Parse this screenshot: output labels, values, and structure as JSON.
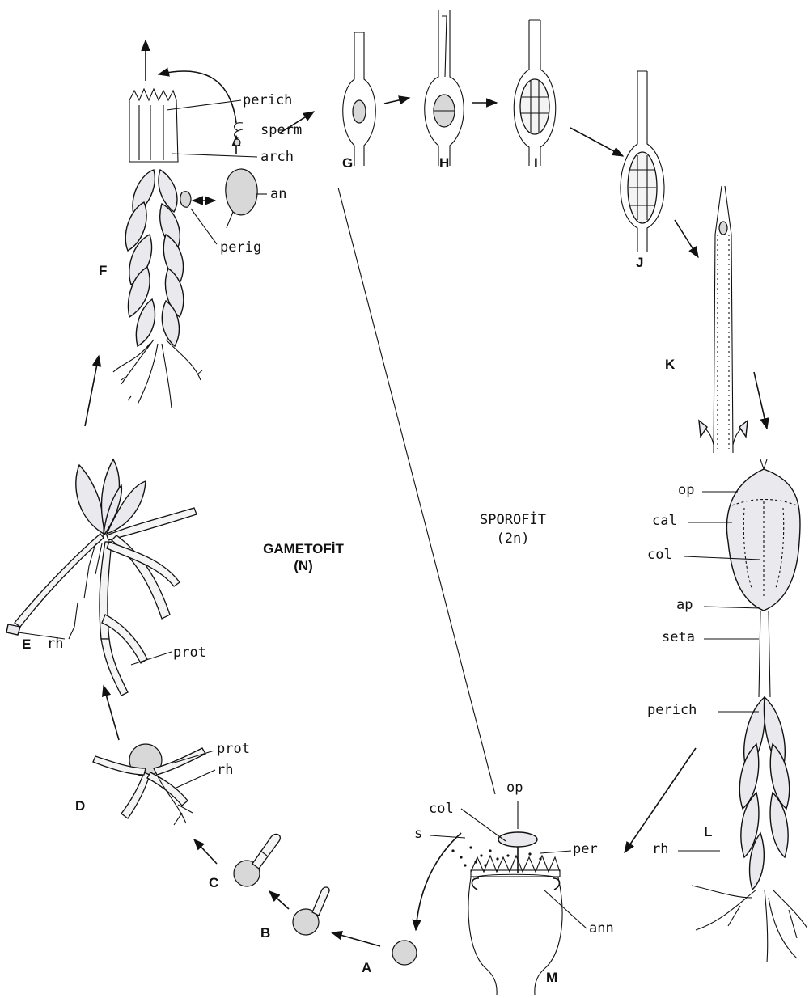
{
  "regions": {
    "gametophyte": {
      "line1": "GAMETOFİT",
      "line2": "(N)"
    },
    "sporophyte": {
      "line1": "SPOROFİT",
      "line2": "(2n)"
    }
  },
  "stages": {
    "A": "A",
    "B": "B",
    "C": "C",
    "D": "D",
    "E": "E",
    "F": "F",
    "G": "G",
    "H": "H",
    "I": "I",
    "J": "J",
    "K": "K",
    "L": "L",
    "M": "M"
  },
  "labels": {
    "f_perich": "perich",
    "f_sperm": "sperm",
    "f_arch": "arch",
    "f_an": "an",
    "f_perig": "perig",
    "e_rh": "rh",
    "e_prot": "prot",
    "d_prot": "prot",
    "d_rh": "rh",
    "l_op": "op",
    "l_cal": "cal",
    "l_col": "col",
    "l_ap": "ap",
    "l_seta": "seta",
    "l_perich": "perich",
    "l_rh": "rh",
    "m_op": "op",
    "m_col": "col",
    "m_s": "s",
    "m_per": "per",
    "m_ann": "ann"
  }
}
